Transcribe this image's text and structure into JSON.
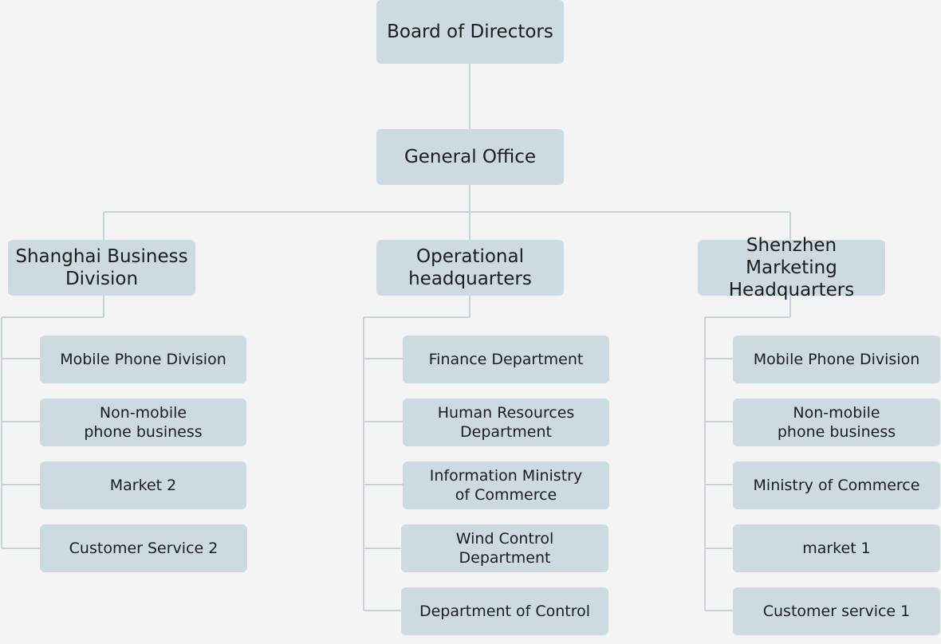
{
  "colors": {
    "background": "#f4f4f4",
    "box_fill": "#cddbe1",
    "connector": "#c8d3d8",
    "text": "#1c1c1c"
  },
  "root": {
    "label": "Board of Directors"
  },
  "general_office": {
    "label": "General Office"
  },
  "divisions": [
    {
      "label": "Shanghai Business\nDivision",
      "children": [
        "Mobile Phone Division",
        "Non-mobile\nphone business",
        "Market 2",
        "Customer Service 2"
      ]
    },
    {
      "label": "Operational\nheadquarters",
      "children": [
        "Finance Department",
        "Human Resources\nDepartment",
        "Information Ministry\nof Commerce",
        "Wind Control\nDepartment",
        "Department of Control"
      ]
    },
    {
      "label": "Shenzhen Marketing\nHeadquarters",
      "children": [
        "Mobile Phone Division",
        "Non-mobile\nphone business",
        "Ministry of Commerce",
        "market 1",
        "Customer service 1"
      ]
    }
  ]
}
